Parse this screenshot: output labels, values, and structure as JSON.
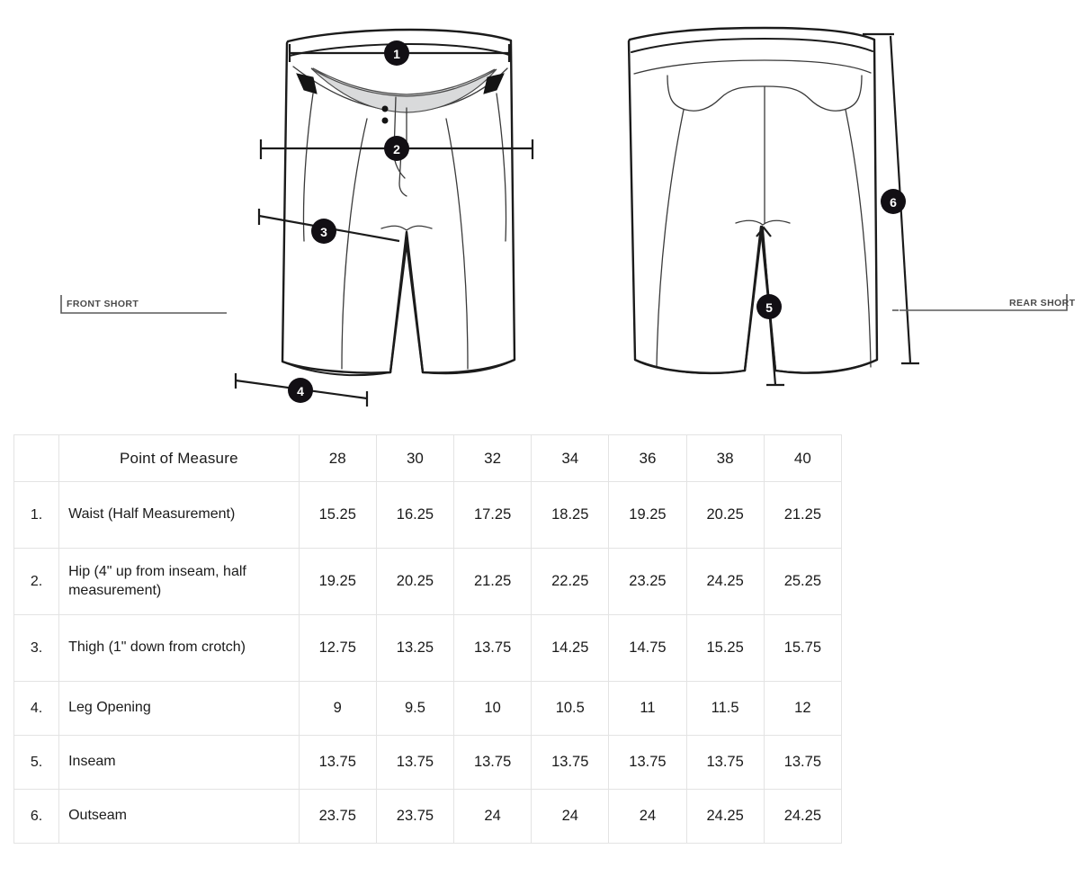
{
  "diagram": {
    "front_view_label": "FRONT SHORT",
    "rear_view_label": "REAR SHORT",
    "markers": [
      {
        "id": "1",
        "label": "1",
        "measures": "Waist (Half Measurement)",
        "view": "front"
      },
      {
        "id": "2",
        "label": "2",
        "measures": "Hip (4\" up from inseam, half measurement)",
        "view": "front"
      },
      {
        "id": "3",
        "label": "3",
        "measures": "Thigh (1\" down from crotch)",
        "view": "front"
      },
      {
        "id": "4",
        "label": "4",
        "measures": "Leg Opening",
        "view": "front"
      },
      {
        "id": "5",
        "label": "5",
        "measures": "Inseam",
        "view": "rear"
      },
      {
        "id": "6",
        "label": "6",
        "measures": "Outseam",
        "view": "rear"
      }
    ],
    "colors": {
      "outline": "#1b1b1b",
      "detail": "#3a3a3a",
      "shade": "#d9dadb",
      "marker_fill": "#120f14",
      "marker_text": "#ffffff",
      "label_text": "#4a4a4a"
    }
  },
  "table": {
    "headers": {
      "index": "",
      "point_of_measure": "Point of Measure",
      "sizes": [
        "28",
        "30",
        "32",
        "34",
        "36",
        "38",
        "40"
      ]
    },
    "rows": [
      {
        "index": "1.",
        "pom": "Waist (Half Measurement)",
        "values": [
          "15.25",
          "16.25",
          "17.25",
          "18.25",
          "19.25",
          "20.25",
          "21.25"
        ]
      },
      {
        "index": "2.",
        "pom": "Hip (4\" up from inseam, half measurement)",
        "values": [
          "19.25",
          "20.25",
          "21.25",
          "22.25",
          "23.25",
          "24.25",
          "25.25"
        ]
      },
      {
        "index": "3.",
        "pom": "Thigh (1\" down from crotch)",
        "values": [
          "12.75",
          "13.25",
          "13.75",
          "14.25",
          "14.75",
          "15.25",
          "15.75"
        ]
      },
      {
        "index": "4.",
        "pom": "Leg Opening",
        "values": [
          "9",
          "9.5",
          "10",
          "10.5",
          "11",
          "11.5",
          "12"
        ]
      },
      {
        "index": "5.",
        "pom": "Inseam",
        "values": [
          "13.75",
          "13.75",
          "13.75",
          "13.75",
          "13.75",
          "13.75",
          "13.75"
        ]
      },
      {
        "index": "6.",
        "pom": "Outseam",
        "values": [
          "23.75",
          "23.75",
          "24",
          "24",
          "24",
          "24.25",
          "24.25"
        ]
      }
    ],
    "colors": {
      "border": "#e3e3e3",
      "text": "#1a1a1a",
      "background": "#ffffff"
    }
  }
}
